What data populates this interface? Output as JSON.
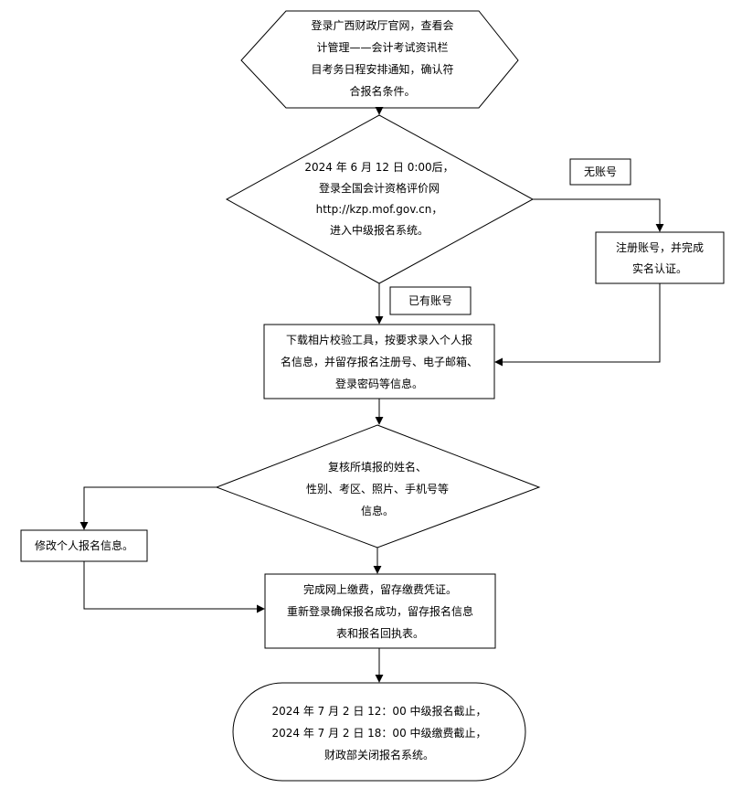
{
  "nodes": {
    "start": {
      "lines": [
        "登录广西财政厅官网，查看会",
        "计管理——会计考试资讯栏",
        "目考务日程安排通知，确认符",
        "合报名条件。"
      ]
    },
    "decision_login": {
      "lines": [
        "2024 年 6 月 12 日 0:00后，",
        "登录全国会计资格评价网",
        "http://kzp.mof.gov.cn，",
        "进入中级报名系统。"
      ]
    },
    "register": {
      "lines": [
        "注册账号，并完成",
        "实名认证。"
      ]
    },
    "fill_info": {
      "lines": [
        "下载相片校验工具，按要求录入个人报",
        "名信息，并留存报名注册号、电子邮箱、",
        "登录密码等信息。"
      ]
    },
    "decision_review": {
      "lines": [
        "复核所填报的姓名、",
        "性别、考区、照片、手机号等",
        "信息。"
      ]
    },
    "modify": {
      "lines": [
        "修改个人报名信息。"
      ]
    },
    "payment": {
      "lines": [
        "完成网上缴费，留存缴费凭证。",
        "重新登录确保报名成功，留存报名信息",
        "表和报名回执表。"
      ]
    },
    "end": {
      "lines": [
        "2024 年 7 月 2 日 12：00 中级报名截止，",
        "2024 年 7 月 2 日 18：00 中级缴费截止，",
        "财政部关闭报名系统。"
      ]
    }
  },
  "labels": {
    "no_account": "无账号",
    "has_account": "已有账号"
  }
}
